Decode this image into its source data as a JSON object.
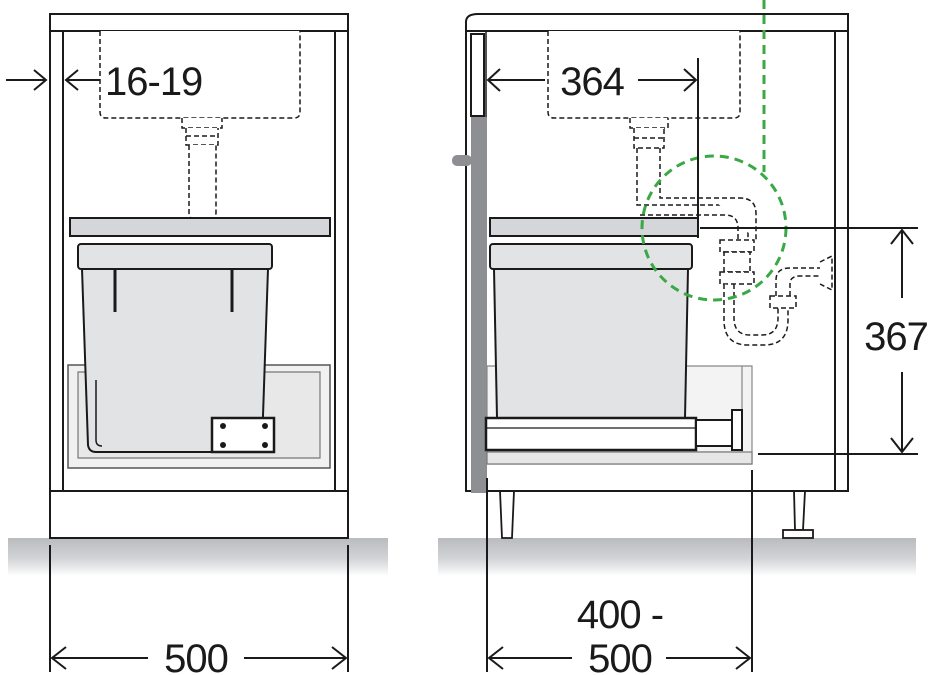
{
  "dimensions": {
    "wall_gap": "16-19",
    "left_width": "500",
    "sink_offset": "364",
    "drain_height": "367",
    "range_line1": "400 -",
    "range_line2": "500"
  },
  "colors": {
    "outline": "#1a1a1a",
    "bin_fill": "#e2e3e5",
    "lid_fill": "#d4d6d9",
    "tray_fill": "#eeeeee",
    "floor": "#c4c6c9",
    "door_panel": "#8d8f93",
    "highlight": "#3aa845"
  },
  "icons": {
    "dashed_circle": "callout-circle-icon",
    "arrow": "dimension-arrow-icon"
  }
}
